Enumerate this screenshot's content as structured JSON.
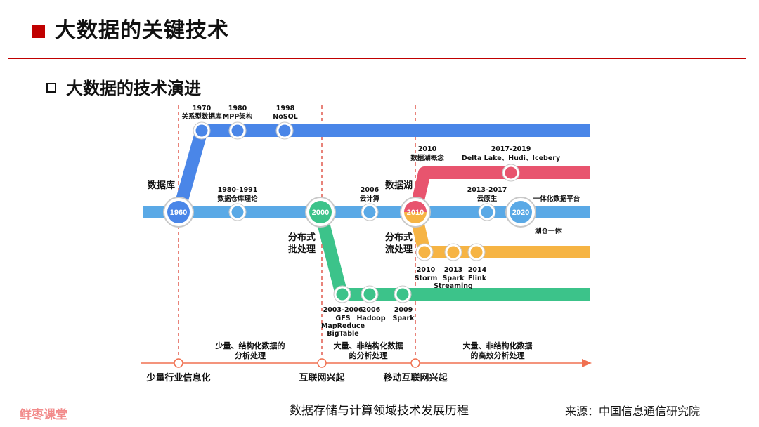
{
  "slide": {
    "title": "大数据的关键技术",
    "subtitle": "大数据的技术演进"
  },
  "tracks": {
    "database": "数据库",
    "batch": [
      "分布式",
      "批处理"
    ],
    "lake": "数据湖",
    "stream": [
      "分布式",
      "流处理"
    ]
  },
  "hubs": [
    "1960",
    "2000",
    "2010",
    "2020"
  ],
  "milestones": {
    "db_1970": [
      "1970",
      "关系型数据库"
    ],
    "db_1980": [
      "1980",
      "MPP架构"
    ],
    "db_1998": [
      "1998",
      "NoSQL"
    ],
    "dw_1980": [
      "1980-1991",
      "数据仓库理论"
    ],
    "cloud_2006": [
      "2006",
      "云计算"
    ],
    "lake_2010": [
      "2010",
      "数据湖概念"
    ],
    "lake_2017": [
      "2017-2019",
      "Delta Lake、Hudi、Icebery"
    ],
    "native_2013": [
      "2013-2017",
      "云原生"
    ],
    "unified": "一体化数据平台",
    "lakehouse": "湖仓一体",
    "stream_2010": [
      "2010",
      "Storm"
    ],
    "stream_2013": [
      "2013",
      "Spark",
      "Streaming"
    ],
    "stream_2014": [
      "2014",
      "Flink"
    ],
    "batch_2003": [
      "2003-2006",
      "GFS",
      "MapReduce",
      "BigTable"
    ],
    "batch_2006": [
      "2006",
      "Hadoop"
    ],
    "batch_2009": [
      "2009",
      "Spark"
    ]
  },
  "eras": [
    [
      "少量、结构化数据的",
      "分析处理"
    ],
    [
      "大量、非结构化数据",
      "的分析处理"
    ],
    [
      "大量、非结构化数据",
      "的高效分析处理"
    ]
  ],
  "era_events": [
    "少量行业信息化",
    "互联网兴起",
    "移动互联网兴起"
  ],
  "footer": {
    "brand": "鲜枣课堂",
    "caption": "数据存储与计算领域技术发展历程",
    "source": "来源：中国信息通信研究院"
  },
  "colors": {
    "accent": "#c00000",
    "database_track": "#4a86e8",
    "main_track": "#5aa9e6",
    "lake_track": "#e8546e",
    "stream_track": "#f6b444",
    "batch_track": "#3cc38a",
    "era_axis": "#f07050",
    "divider": "#e05a4f"
  }
}
